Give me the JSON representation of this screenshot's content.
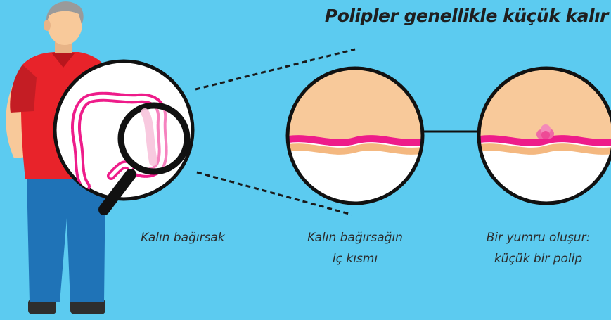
{
  "title": "Polipler genellikle küçük kalır",
  "labels": {
    "colon": "Kalın bağırsak",
    "inner_line1": "Kalın bağırsağın",
    "inner_line2": "iç kısmı",
    "polyp_line1": "Bir yumru oluşur:",
    "polyp_line2": "küçük bir polip"
  },
  "colors": {
    "background": "#5ccbf0",
    "skin": "#f8c99a",
    "tissue_pink": "#ee1c8a",
    "tissue_orange": "#f4b880",
    "shirt": "#e8232a",
    "pants": "#1f73b7",
    "outline": "#111111"
  }
}
